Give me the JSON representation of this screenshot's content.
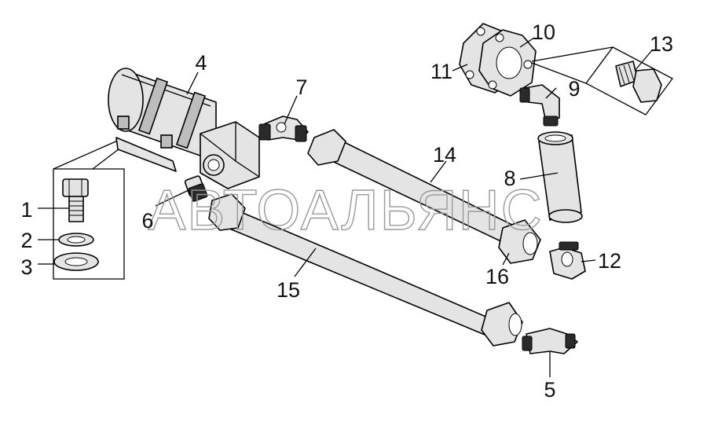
{
  "watermark": "АВТОАЛЬЯНС",
  "callouts": {
    "c1": "1",
    "c2": "2",
    "c3": "3",
    "c4": "4",
    "c5": "5",
    "c6": "6",
    "c7": "7",
    "c8": "8",
    "c9": "9",
    "c10": "10",
    "c11": "11",
    "c12": "12",
    "c13": "13",
    "c14": "14",
    "c15": "15",
    "c16": "16"
  }
}
